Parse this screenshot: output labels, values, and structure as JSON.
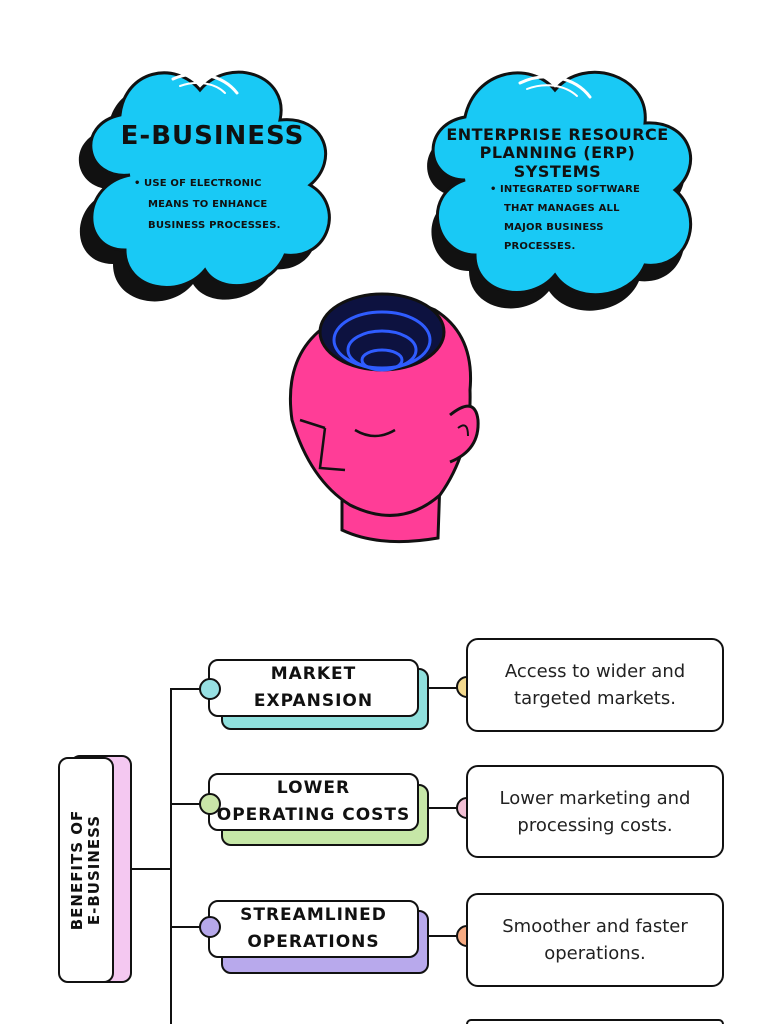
{
  "clouds": [
    {
      "title": "E-BUSINESS",
      "bullet": "USE OF ELECTRONIC MEANS TO ENHANCE BUSINESS PROCESSES.",
      "bullet_lines": [
        "USE OF ELECTRONIC",
        "MEANS TO ENHANCE",
        "BUSINESS PROCESSES."
      ],
      "color": "#19c9f5"
    },
    {
      "title": "ENTERPRISE RESOURCE PLANNING (ERP) SYSTEMS",
      "title_lines": [
        "ENTERPRISE RESOURCE",
        "PLANNING (ERP) SYSTEMS"
      ],
      "bullet": "INTEGRATED SOFTWARE THAT MANAGES ALL MAJOR BUSINESS PROCESSES.",
      "bullet_lines": [
        "INTEGRATED SOFTWARE",
        "THAT MANAGES ALL",
        "MAJOR BUSINESS",
        "PROCESSES."
      ],
      "color": "#19c9f5"
    }
  ],
  "head": {
    "color": "#ff3d97"
  },
  "tree": {
    "root_lines": [
      "BENEFITS OF",
      "E-BUSINESS"
    ],
    "root_color": "#f4c8f1",
    "branches": [
      {
        "label_lines": [
          "MARKET",
          "EXPANSION"
        ],
        "description_lines": [
          "Access to wider and",
          "targeted markets."
        ],
        "back_color": "#8fe0dd",
        "node_color": "#97e0e3",
        "desc_node_color": "#f3d98e"
      },
      {
        "label_lines": [
          "LOWER",
          "OPERATING COSTS"
        ],
        "description_lines": [
          "Lower marketing and",
          "processing costs."
        ],
        "back_color": "#c6e7a7",
        "node_color": "#c9e5a8",
        "desc_node_color": "#f2bfd4"
      },
      {
        "label_lines": [
          "STREAMLINED",
          "OPERATIONS"
        ],
        "description_lines": [
          "Smoother and faster",
          "operations."
        ],
        "back_color": "#b8a9ec",
        "node_color": "#b6a8ea",
        "desc_node_color": "#f6aa82"
      }
    ]
  }
}
